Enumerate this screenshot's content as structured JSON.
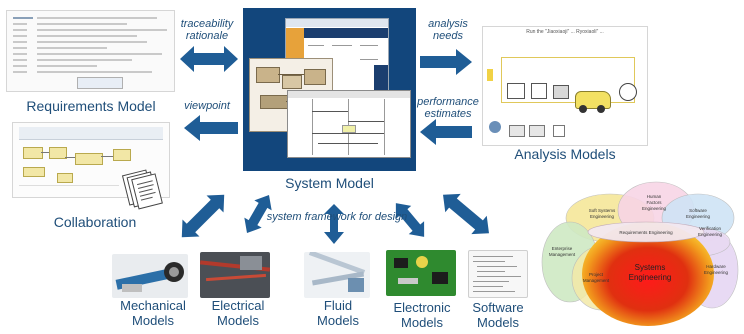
{
  "center": {
    "label": "System Model"
  },
  "left": {
    "requirements_label": "Requirements Model",
    "collaboration_label": "Collaboration",
    "traceability_label": "traceability",
    "rationale_label": "rationale",
    "viewpoint_label": "viewpoint"
  },
  "right": {
    "analysis_label": "Analysis Models",
    "analysis_needs_line1": "analysis",
    "analysis_needs_line2": "needs",
    "performance_line1": "performance",
    "performance_line2": "estimates",
    "sim_title": "Run the \"Jiaoxiaoji\" ... Ryoxiaoli\" ..."
  },
  "framework_label": "system framework for design",
  "bottom_models": [
    {
      "line1": "Mechanical",
      "line2": "Models"
    },
    {
      "line1": "Electrical",
      "line2": "Models"
    },
    {
      "line1": "Fluid",
      "line2": "Models"
    },
    {
      "line1": "Electronic",
      "line2": "Models"
    },
    {
      "line1": "Software",
      "line2": "Models"
    }
  ],
  "venn": {
    "center_line1": "Systems",
    "center_line2": "Engineering",
    "soft_line1": "Soft Systems",
    "soft_line2": "Engineering",
    "human_line1": "Human",
    "human_line2": "Factors",
    "human_line3": "Engineering",
    "software_line1": "Software",
    "software_line2": "Engineering",
    "verification_line1": "Verification",
    "verification_line2": "Engineering",
    "requirements": "Requirements Engineering",
    "enterprise_line1": "Enterprise",
    "enterprise_line2": "Management",
    "project_line1": "Project",
    "project_line2": "Management",
    "hardware_line1": "Hardware",
    "hardware_line2": "Engineering"
  },
  "colors": {
    "label_blue": "#1f4e79",
    "arrow_blue": "#1f5d96",
    "center_frame": "#12467c"
  }
}
